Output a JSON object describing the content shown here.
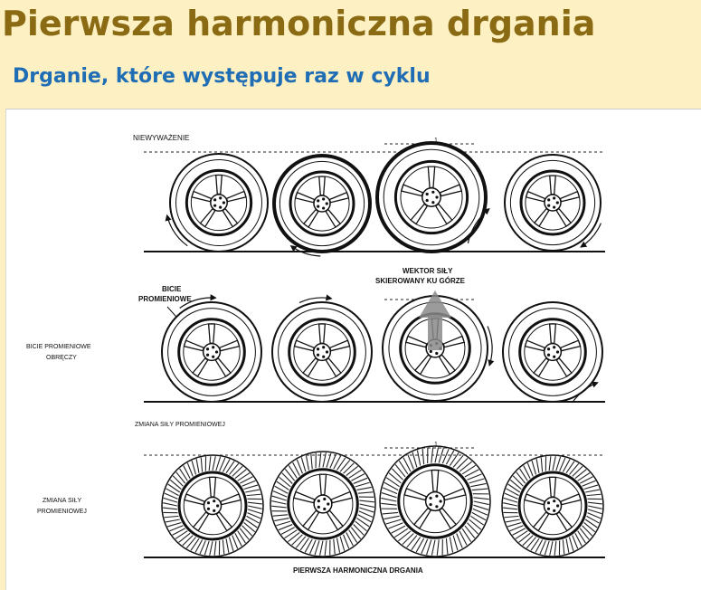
{
  "slide": {
    "title": "Pierwsza harmoniczna drgania",
    "subtitle": "Drganie, które występuje raz w cyklu"
  },
  "diagram": {
    "row1_label": "NIEWYWAŻENIE",
    "marker_1": "1",
    "row2_left_label_line1": "BICIE PROMIENIOWE",
    "row2_left_label_line2": "OBRĘCZY",
    "row2_callout_line1": "BICIE",
    "row2_callout_line2": "PROMIENIOWE",
    "force_vector_line1": "WEKTOR SIŁY",
    "force_vector_line2": "SKIEROWANY KU GÓRZE",
    "row3_label": "ZMIANA SIŁY PROMIENIOWEJ",
    "row3_left_label_line1": "ZMIANA SIŁY",
    "row3_left_label_line2": "PROMIENIOWEJ",
    "caption": "PIERWSZA HARMONICZNA DRGANIA"
  },
  "colors": {
    "title": "#8a6a12",
    "subtitle": "#1f6db5",
    "background": "#fdf0c2"
  }
}
